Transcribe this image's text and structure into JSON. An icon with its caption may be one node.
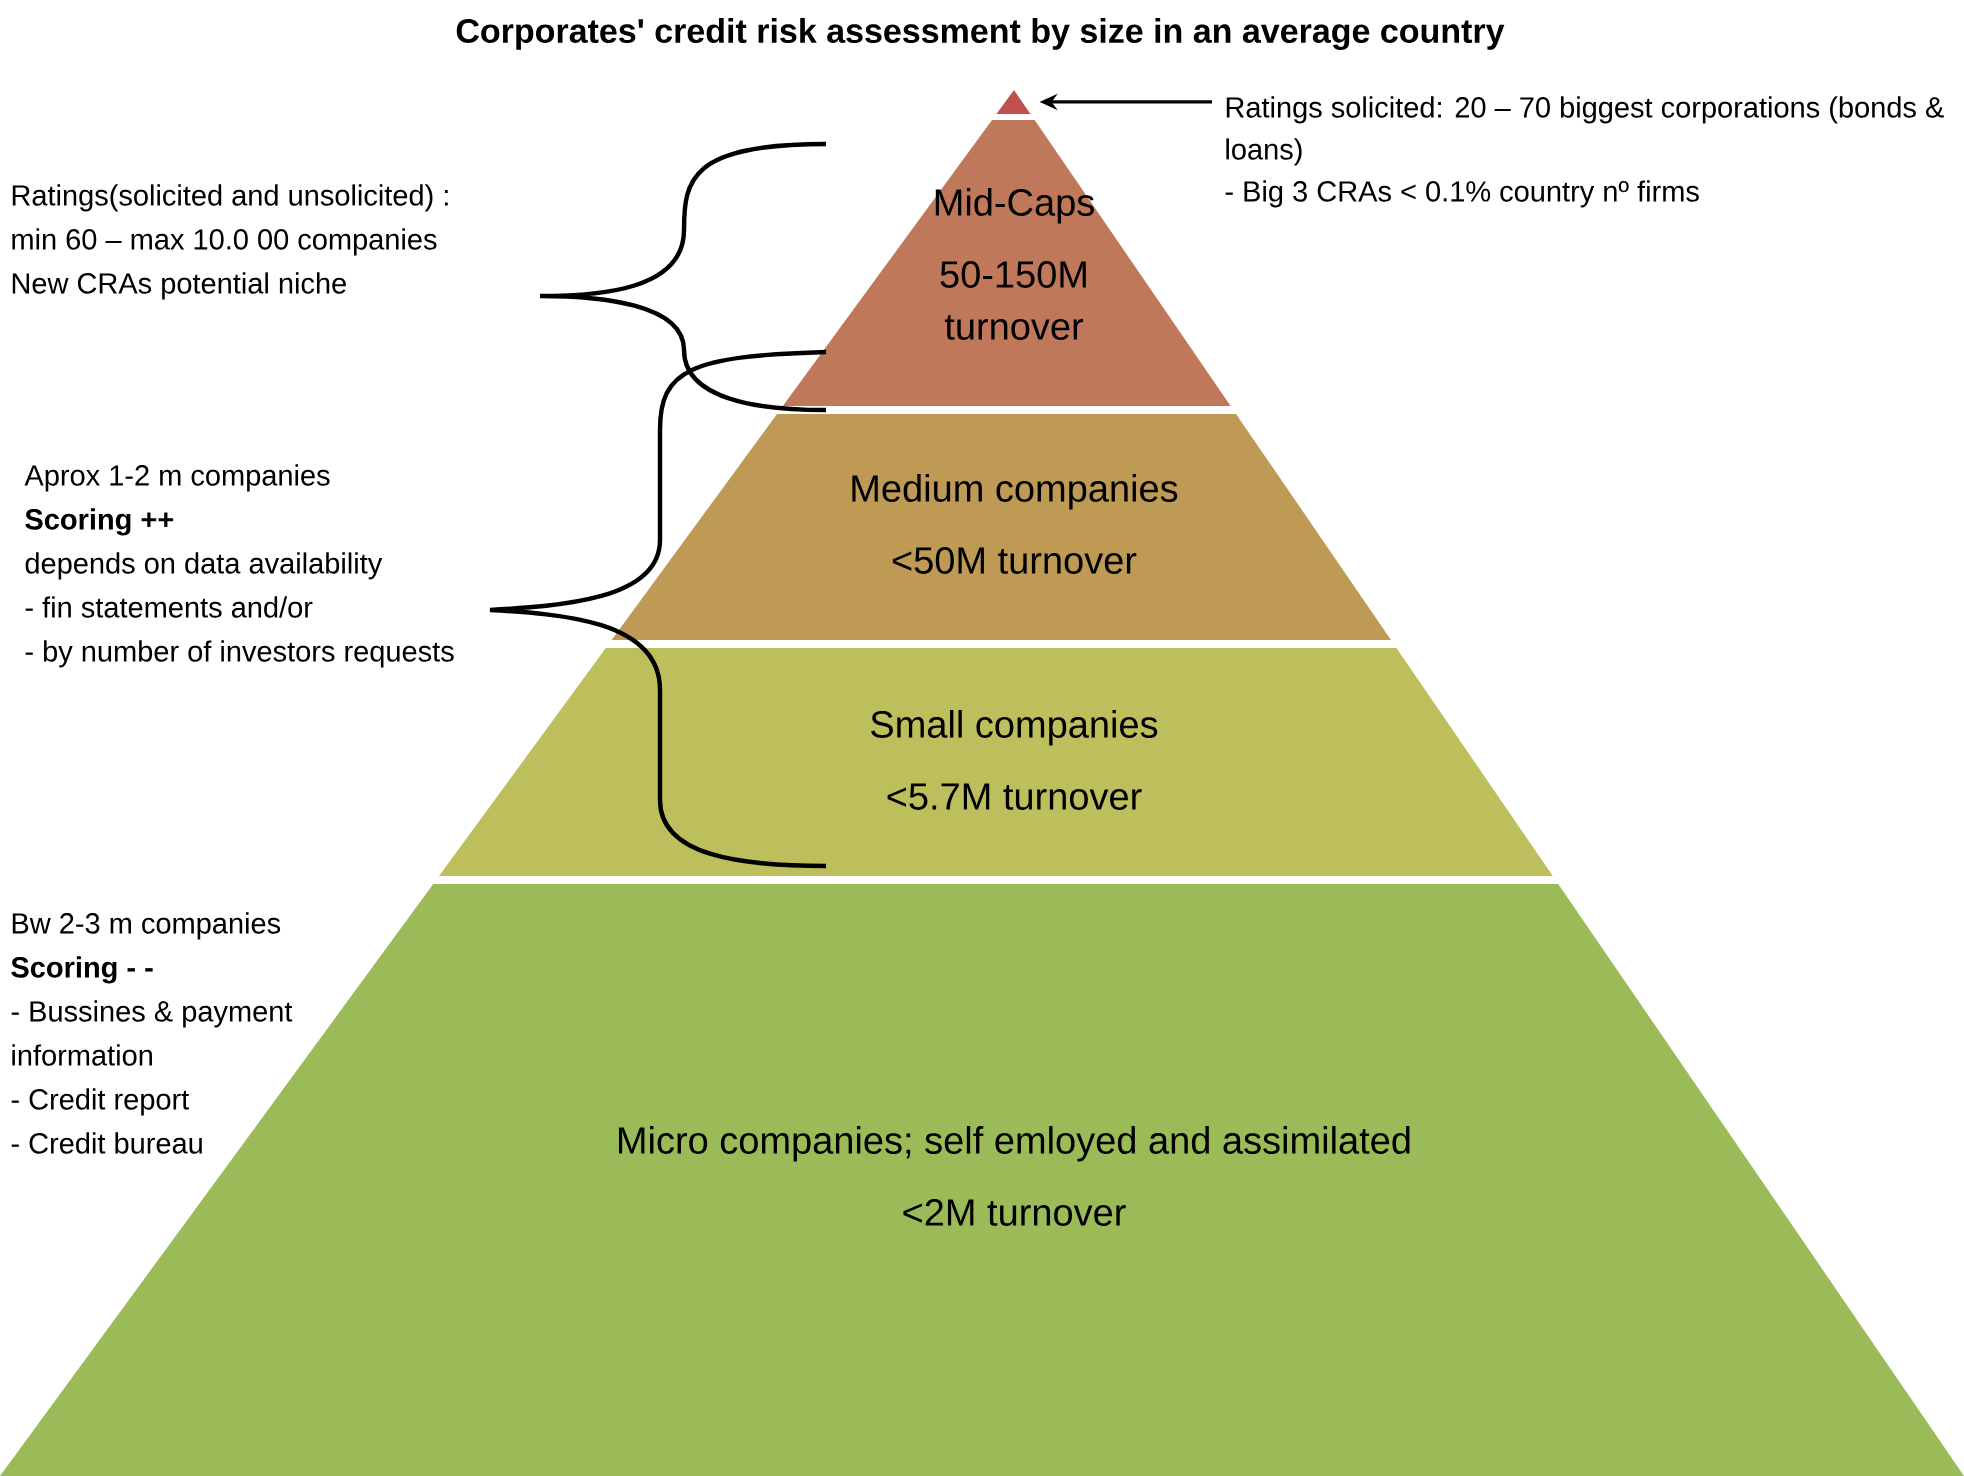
{
  "diagram": {
    "title": "Corporates' credit risk assessment by size in an average country",
    "nodes": [
      {
        "text": [],
        "shape": "triangle"
      },
      {
        "text": [
          "Mid-Caps",
          "50-150M turnover"
        ]
      },
      {
        "text": [
          "Medium companies",
          "<50M turnover"
        ]
      },
      {
        "text": [
          "Small companies",
          "<5.7M turnover"
        ]
      },
      {
        "text": [
          "Micro companies; self emloyed and assimilated",
          "<2M turnover"
        ]
      },
      {
        "text": [
          "Ratings solicited: 20 – 70 biggest corporations (bonds & loans)",
          "- Big 3 CRAs < 0.1% country nº firms"
        ]
      }
    ],
    "edges": [
      {
        "from": 5,
        "to": 0,
        "arrow": "to"
      }
    ],
    "labels": [
      "Ratings(solicited and unsolicited) :",
      "min 60 – max 10.0 00 companies",
      "New CRAs potential niche",
      "Aprox 1-2 m companies",
      "Scoring ++",
      "depends on data availability",
      "- fin statements and/or",
      "- by number of investors requests",
      "Bw 2-3 m companies",
      "Scoring - -",
      "- Bussines & payment information",
      "- Credit report",
      "- Credit bureau"
    ]
  }
}
